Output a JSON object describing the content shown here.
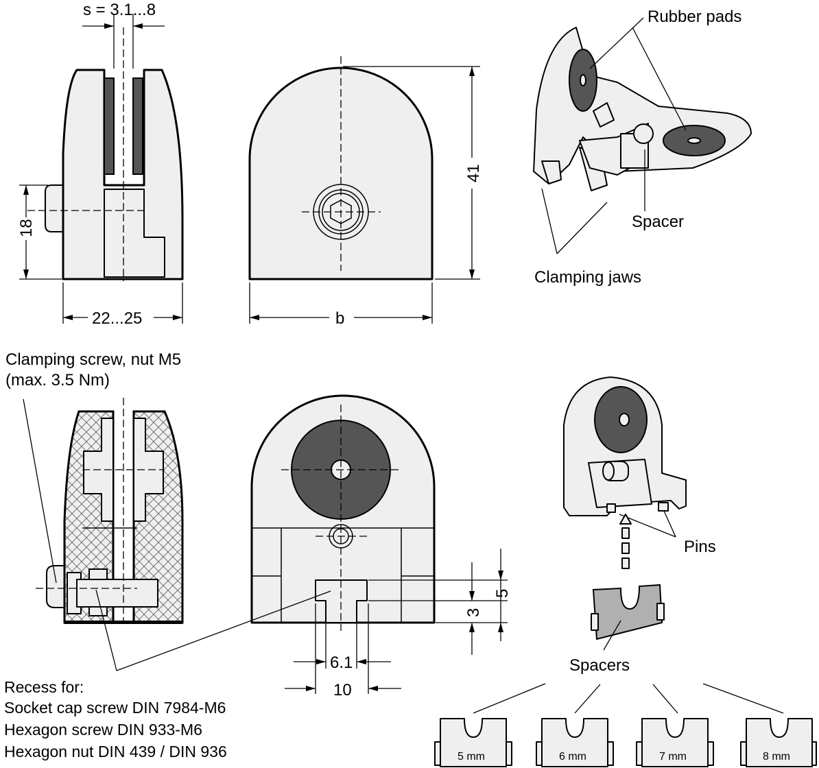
{
  "labels": {
    "gap_dim": "s = 3.1...8",
    "height_18": "18",
    "depth_dim": "22...25",
    "width_b": "b",
    "height_41": "41",
    "rubber_pads": "Rubber pads",
    "spacer": "Spacer",
    "clamping_jaws": "Clamping jaws",
    "clamping_screw_line1": "Clamping screw, nut M5",
    "clamping_screw_line2": "(max. 3.5 Nm)",
    "dim_5": "5",
    "dim_3": "3",
    "dim_61": "6.1",
    "dim_10": "10",
    "pins": "Pins",
    "spacers": "Spacers",
    "recess_line1": "Recess for:",
    "recess_line2": "Socket cap screw DIN 7984-M6",
    "recess_line3": "Hexagon screw DIN 933-M6",
    "recess_line4": "Hexagon nut DIN 439 / DIN 936"
  },
  "spacer_sizes": [
    "5 mm",
    "6 mm",
    "7 mm",
    "8 mm"
  ],
  "colors": {
    "part_fill": "#efefef",
    "rubber": "#555555",
    "spacer_grey": "#b0b0b0",
    "line": "#000000"
  }
}
